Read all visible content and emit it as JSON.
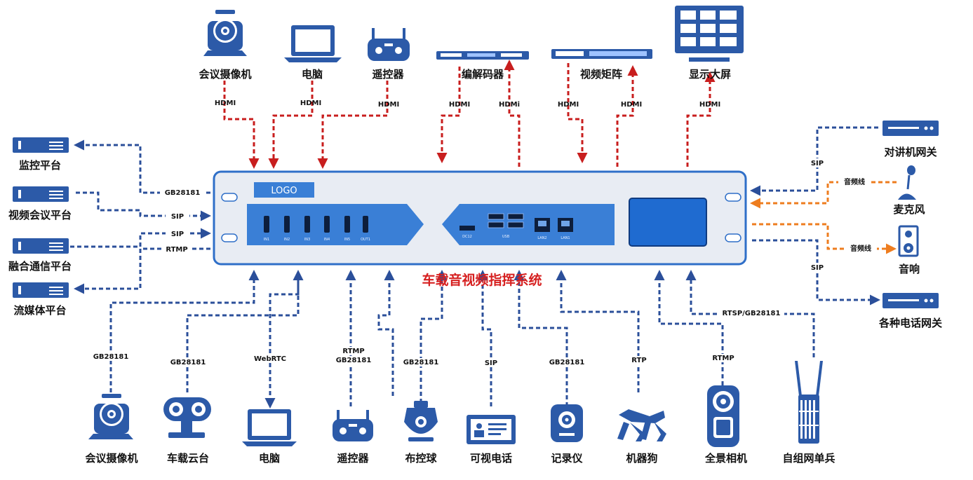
{
  "colors": {
    "red_line": "#c81e1e",
    "blue_line": "#2b4f9a",
    "orange_line": "#ee7d1f",
    "device_blue": "#2c5aa8",
    "title_red": "#d62020",
    "panel_blue": "#3a7fd6",
    "chassis_border": "#2f6fc8",
    "chassis_fill": "#e8ecf3"
  },
  "top_devices": [
    {
      "label": "会议摄像机",
      "icon": "conference-camera-icon"
    },
    {
      "label": "电脑",
      "icon": "laptop-icon"
    },
    {
      "label": "遥控器",
      "icon": "remote-controller-icon"
    },
    {
      "label": "编解码器",
      "icon": "codec-rack-icon"
    },
    {
      "label": "视频矩阵",
      "icon": "video-matrix-rack-icon"
    },
    {
      "label": "显示大屏",
      "icon": "display-wall-icon"
    }
  ],
  "top_protocols": [
    "HDMI",
    "HDMI",
    "HDMI",
    "HDMI",
    "HDMi",
    "HDMI",
    "HDMI",
    "HDMI"
  ],
  "left_platforms": [
    {
      "label": "监控平台",
      "icon": "server-icon"
    },
    {
      "label": "视频会议平台",
      "icon": "server-icon"
    },
    {
      "label": "融合通信平台",
      "icon": "server-icon"
    },
    {
      "label": "流媒体平台",
      "icon": "server-icon"
    }
  ],
  "left_protocols": [
    "GB28181",
    "SIP",
    "SIP",
    "RTMP"
  ],
  "right_devices": [
    {
      "label": "对讲机网关",
      "icon": "gateway-icon"
    },
    {
      "label": "麦克风",
      "icon": "microphone-icon"
    },
    {
      "label": "音响",
      "icon": "speaker-icon"
    },
    {
      "label": "各种电话网关",
      "icon": "gateway-icon"
    }
  ],
  "right_protocols": [
    "SIP",
    "音频线",
    "音频线",
    "SIP"
  ],
  "bottom_devices": [
    {
      "label": "会议摄像机",
      "icon": "conference-camera-icon"
    },
    {
      "label": "车载云台",
      "icon": "vehicle-ptz-icon"
    },
    {
      "label": "电脑",
      "icon": "laptop-icon"
    },
    {
      "label": "遥控器",
      "icon": "remote-controller-icon"
    },
    {
      "label": "布控球",
      "icon": "dome-camera-icon"
    },
    {
      "label": "可视电话",
      "icon": "video-phone-icon"
    },
    {
      "label": "记录仪",
      "icon": "recorder-icon"
    },
    {
      "label": "机器狗",
      "icon": "robot-dog-icon"
    },
    {
      "label": "全景相机",
      "icon": "panoramic-camera-icon"
    },
    {
      "label": "自组网单兵",
      "icon": "mesh-radio-icon"
    }
  ],
  "bottom_protocols": [
    "GB28181",
    "GB28181",
    "WebRTC",
    "RTMP",
    "GB28181",
    "GB28181",
    "SIP",
    "GB28181",
    "RTP",
    "RTMP",
    "RTSP/GB28181"
  ],
  "device": {
    "logo": "LOGO",
    "title": "车载音视频指挥系统",
    "ports_left": [
      "IN1",
      "IN2",
      "IN3",
      "IN4",
      "IN5",
      "OUT1"
    ],
    "port_hdmi": "DC12",
    "port_usb": "USB",
    "port_lan1": "LAN2",
    "port_lan2": "LAN1"
  }
}
